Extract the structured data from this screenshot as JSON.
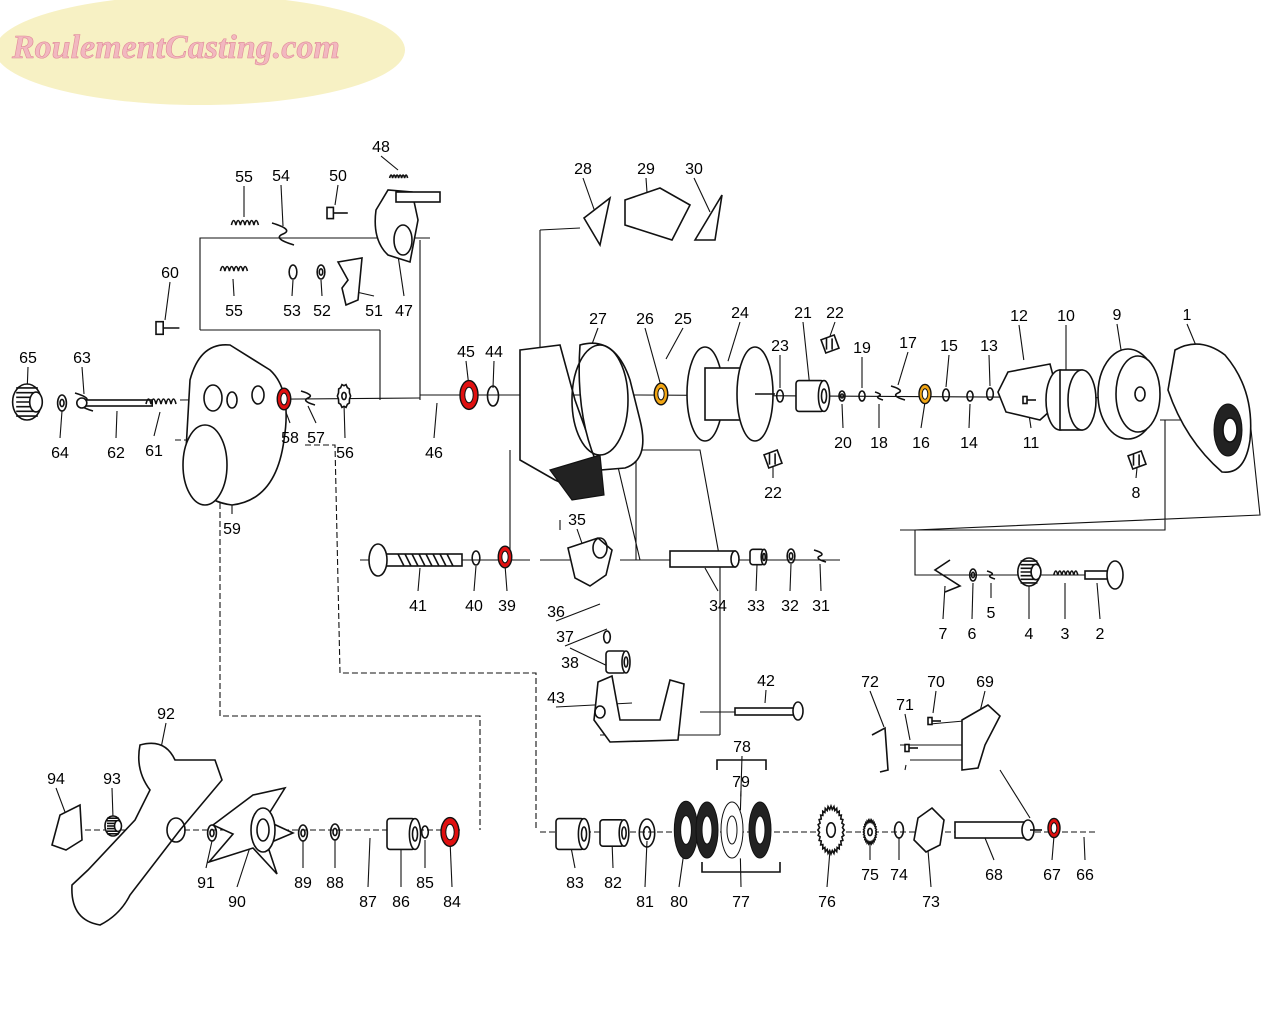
{
  "brand": {
    "logo_text": "RoulementCasting.com",
    "logo_fill": "#f2b8c0",
    "logo_ellipse": "#f7f1c4"
  },
  "colors": {
    "bearing_red": "#e01010",
    "bearing_orange": "#f2a614",
    "line": "#111111"
  },
  "parts": [
    {
      "id": "65",
      "label": "65",
      "kind": "knob",
      "bearing": null
    },
    {
      "id": "64",
      "label": "64",
      "kind": "washer",
      "bearing": null
    },
    {
      "id": "63",
      "label": "63",
      "kind": "clip",
      "bearing": null
    },
    {
      "id": "62",
      "label": "62",
      "kind": "shaft",
      "bearing": null
    },
    {
      "id": "61",
      "label": "61",
      "kind": "spring",
      "bearing": null
    },
    {
      "id": "60",
      "label": "60",
      "kind": "screw",
      "bearing": null
    },
    {
      "id": "59",
      "label": "59",
      "kind": "sideplate",
      "bearing": null
    },
    {
      "id": "58",
      "label": "58",
      "kind": "bearing",
      "bearing": "red"
    },
    {
      "id": "57",
      "label": "57",
      "kind": "clip",
      "bearing": null
    },
    {
      "id": "56",
      "label": "56",
      "kind": "pinion",
      "bearing": null
    },
    {
      "id": "55a",
      "label": "55",
      "kind": "spring",
      "bearing": null
    },
    {
      "id": "55b",
      "label": "55",
      "kind": "spring",
      "bearing": null
    },
    {
      "id": "54",
      "label": "54",
      "kind": "clip",
      "bearing": null
    },
    {
      "id": "53",
      "label": "53",
      "kind": "ring",
      "bearing": null
    },
    {
      "id": "52",
      "label": "52",
      "kind": "washer",
      "bearing": null
    },
    {
      "id": "51",
      "label": "51",
      "kind": "lever",
      "bearing": null
    },
    {
      "id": "50",
      "label": "50",
      "kind": "screw",
      "bearing": null
    },
    {
      "id": "48",
      "label": "48",
      "kind": "spring",
      "bearing": null
    },
    {
      "id": "47",
      "label": "47",
      "kind": "plate",
      "bearing": null
    },
    {
      "id": "46",
      "label": "46",
      "kind": "cap",
      "bearing": null
    },
    {
      "id": "45",
      "label": "45",
      "kind": "bearing",
      "bearing": "red"
    },
    {
      "id": "44",
      "label": "44",
      "kind": "ring",
      "bearing": null
    },
    {
      "id": "43",
      "label": "43",
      "kind": "guide",
      "bearing": null
    },
    {
      "id": "42",
      "label": "42",
      "kind": "shaft",
      "bearing": null
    },
    {
      "id": "41",
      "label": "41",
      "kind": "wormshaft",
      "bearing": null
    },
    {
      "id": "40",
      "label": "40",
      "kind": "ring",
      "bearing": null
    },
    {
      "id": "39",
      "label": "39",
      "kind": "bearing",
      "bearing": "red"
    },
    {
      "id": "38",
      "label": "38",
      "kind": "bushing",
      "bearing": null
    },
    {
      "id": "37",
      "label": "37",
      "kind": "ring",
      "bearing": null
    },
    {
      "id": "36",
      "label": "36",
      "kind": "pawl",
      "bearing": null
    },
    {
      "id": "35",
      "label": "35",
      "kind": "guide",
      "bearing": null
    },
    {
      "id": "34",
      "label": "34",
      "kind": "tube",
      "bearing": null
    },
    {
      "id": "33",
      "label": "33",
      "kind": "collar",
      "bearing": null
    },
    {
      "id": "32",
      "label": "32",
      "kind": "washer",
      "bearing": null
    },
    {
      "id": "31",
      "label": "31",
      "kind": "clip",
      "bearing": null
    },
    {
      "id": "30",
      "label": "30",
      "kind": "bar",
      "bearing": null
    },
    {
      "id": "29",
      "label": "29",
      "kind": "bar",
      "bearing": null
    },
    {
      "id": "28",
      "label": "28",
      "kind": "bar",
      "bearing": null
    },
    {
      "id": "27",
      "label": "27",
      "kind": "frame",
      "bearing": null
    },
    {
      "id": "26",
      "label": "26",
      "kind": "bearing",
      "bearing": "orange"
    },
    {
      "id": "25",
      "label": "25",
      "kind": "pin",
      "bearing": null
    },
    {
      "id": "24",
      "label": "24",
      "kind": "spool",
      "bearing": null
    },
    {
      "id": "23",
      "label": "23",
      "kind": "ring",
      "bearing": null
    },
    {
      "id": "22a",
      "label": "22",
      "kind": "block",
      "bearing": null
    },
    {
      "id": "22b",
      "label": "22",
      "kind": "block",
      "bearing": null
    },
    {
      "id": "21",
      "label": "21",
      "kind": "collar",
      "bearing": null
    },
    {
      "id": "20",
      "label": "20",
      "kind": "washer",
      "bearing": null
    },
    {
      "id": "19",
      "label": "19",
      "kind": "ring",
      "bearing": null
    },
    {
      "id": "18",
      "label": "18",
      "kind": "clip",
      "bearing": null
    },
    {
      "id": "17",
      "label": "17",
      "kind": "clip",
      "bearing": null
    },
    {
      "id": "16",
      "label": "16",
      "kind": "bearing",
      "bearing": "orange"
    },
    {
      "id": "15",
      "label": "15",
      "kind": "ring",
      "bearing": null
    },
    {
      "id": "14",
      "label": "14",
      "kind": "ring",
      "bearing": null
    },
    {
      "id": "13",
      "label": "13",
      "kind": "ring",
      "bearing": null
    },
    {
      "id": "12",
      "label": "12",
      "kind": "plate",
      "bearing": null
    },
    {
      "id": "11",
      "label": "11",
      "kind": "screw",
      "bearing": null
    },
    {
      "id": "10",
      "label": "10",
      "kind": "collar",
      "bearing": null
    },
    {
      "id": "9",
      "label": "9",
      "kind": "plate",
      "bearing": null
    },
    {
      "id": "8",
      "label": "8",
      "kind": "block",
      "bearing": null
    },
    {
      "id": "1",
      "label": "1",
      "kind": "cover",
      "bearing": null
    },
    {
      "id": "7",
      "label": "7",
      "kind": "spring",
      "bearing": null
    },
    {
      "id": "6",
      "label": "6",
      "kind": "washer",
      "bearing": null
    },
    {
      "id": "5",
      "label": "5",
      "kind": "clip",
      "bearing": null
    },
    {
      "id": "4",
      "label": "4",
      "kind": "knob",
      "bearing": null
    },
    {
      "id": "3",
      "label": "3",
      "kind": "spring",
      "bearing": null
    },
    {
      "id": "2",
      "label": "2",
      "kind": "screw",
      "bearing": null
    },
    {
      "id": "72",
      "label": "72",
      "kind": "spring",
      "bearing": null
    },
    {
      "id": "71",
      "label": "71",
      "kind": "screw",
      "bearing": null
    },
    {
      "id": "70",
      "label": "70",
      "kind": "screw",
      "bearing": null
    },
    {
      "id": "69",
      "label": "69",
      "kind": "lever",
      "bearing": null
    },
    {
      "id": "92",
      "label": "92",
      "kind": "handle",
      "bearing": null
    },
    {
      "id": "94",
      "label": "94",
      "kind": "cap",
      "bearing": null
    },
    {
      "id": "93",
      "label": "93",
      "kind": "nut",
      "bearing": null
    },
    {
      "id": "91",
      "label": "91",
      "kind": "washer",
      "bearing": null
    },
    {
      "id": "90",
      "label": "90",
      "kind": "star",
      "bearing": null
    },
    {
      "id": "89",
      "label": "89",
      "kind": "washer",
      "bearing": null
    },
    {
      "id": "88",
      "label": "88",
      "kind": "washer",
      "bearing": null
    },
    {
      "id": "87",
      "label": "87",
      "kind": "spring",
      "bearing": null
    },
    {
      "id": "86",
      "label": "86",
      "kind": "collar",
      "bearing": null
    },
    {
      "id": "85",
      "label": "85",
      "kind": "ring",
      "bearing": null
    },
    {
      "id": "84",
      "label": "84",
      "kind": "bearing",
      "bearing": "red"
    },
    {
      "id": "83",
      "label": "83",
      "kind": "roller",
      "bearing": null
    },
    {
      "id": "82",
      "label": "82",
      "kind": "bushing",
      "bearing": null
    },
    {
      "id": "81",
      "label": "81",
      "kind": "washer",
      "bearing": null
    },
    {
      "id": "80",
      "label": "80",
      "kind": "dragwasher",
      "bearing": null
    },
    {
      "id": "79",
      "label": "79",
      "kind": "dragwasher",
      "bearing": null
    },
    {
      "id": "78",
      "label": "78",
      "kind": "group",
      "bearing": null
    },
    {
      "id": "77",
      "label": "77",
      "kind": "group",
      "bearing": null
    },
    {
      "id": "76",
      "label": "76",
      "kind": "gear",
      "bearing": null
    },
    {
      "id": "75",
      "label": "75",
      "kind": "gear",
      "bearing": null
    },
    {
      "id": "74",
      "label": "74",
      "kind": "ring",
      "bearing": null
    },
    {
      "id": "73",
      "label": "73",
      "kind": "ratchet",
      "bearing": null
    },
    {
      "id": "68",
      "label": "68",
      "kind": "mainshaft",
      "bearing": null
    },
    {
      "id": "67",
      "label": "67",
      "kind": "bearing",
      "bearing": "red"
    },
    {
      "id": "66",
      "label": "66",
      "kind": "ball",
      "bearing": null
    }
  ]
}
